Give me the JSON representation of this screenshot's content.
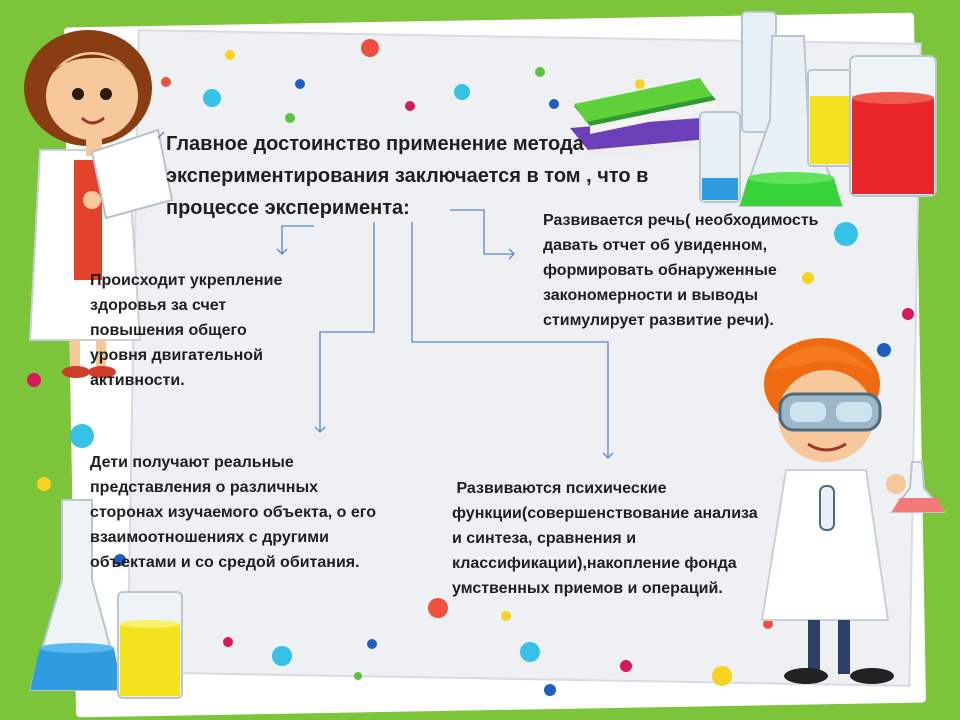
{
  "heading": {
    "lines": [
      "Главное достоинство применение метода",
      "экспериментирования заключается в том , что в",
      "процессе эксперимента:"
    ]
  },
  "blocks": {
    "health": {
      "lines": [
        "Происходит укрепление",
        "здоровья за счет",
        "повышения общего",
        "уровня двигательной",
        "активности."
      ]
    },
    "speech": {
      "lines": [
        "Развивается речь( необходимость",
        "давать отчет об увиденном,",
        "формировать обнаруженные",
        "закономерности и выводы",
        "стимулирует развитие речи)."
      ]
    },
    "representations": {
      "lines": [
        "Дети получают реальные",
        "представления о различных",
        "сторонах изучаемого объекта, о его",
        "взаимоотношениях с другими",
        "объектами и со средой обитания."
      ]
    },
    "psychic": {
      "lines": [
        " Развиваются психические",
        "функции(совершенствование анализа",
        "и синтеза, сравнения и",
        "классификации),накопление фонда",
        "умственных приемов и операций."
      ]
    }
  },
  "colors": {
    "background": "#7cc43a",
    "card": "#eef0f4",
    "arrow": "#5b86c4",
    "text": "#1f1f1f"
  },
  "icons": [
    "girl-scientist-icon",
    "boy-scientist-icon",
    "books-icon",
    "flask-icon",
    "beaker-icon",
    "confetti-dots"
  ]
}
